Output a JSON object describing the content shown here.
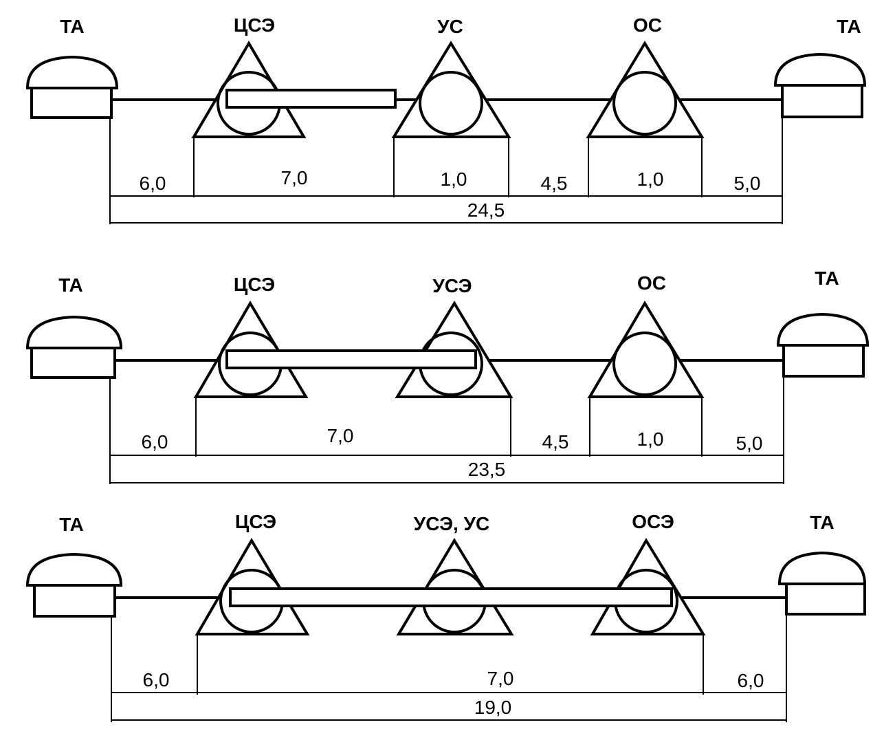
{
  "diagrams": [
    {
      "nodes": [
        "ТА",
        "ЦСЭ",
        "УС",
        "ОС",
        "ТА"
      ],
      "segments": [
        "6,0",
        "7,0",
        "1,0",
        "4,5",
        "1,0",
        "5,0"
      ],
      "total": "24,5"
    },
    {
      "nodes": [
        "ТА",
        "ЦСЭ",
        "УСЭ",
        "ОС",
        "ТА"
      ],
      "segments": [
        "6,0",
        "7,0",
        "4,5",
        "1,0",
        "5,0"
      ],
      "total": "23,5"
    },
    {
      "nodes": [
        "ТА",
        "ЦСЭ",
        "УСЭ, УС",
        "ОСЭ",
        "ТА"
      ],
      "segments": [
        "6,0",
        "7,0",
        "6,0"
      ],
      "total": "19,0"
    }
  ]
}
